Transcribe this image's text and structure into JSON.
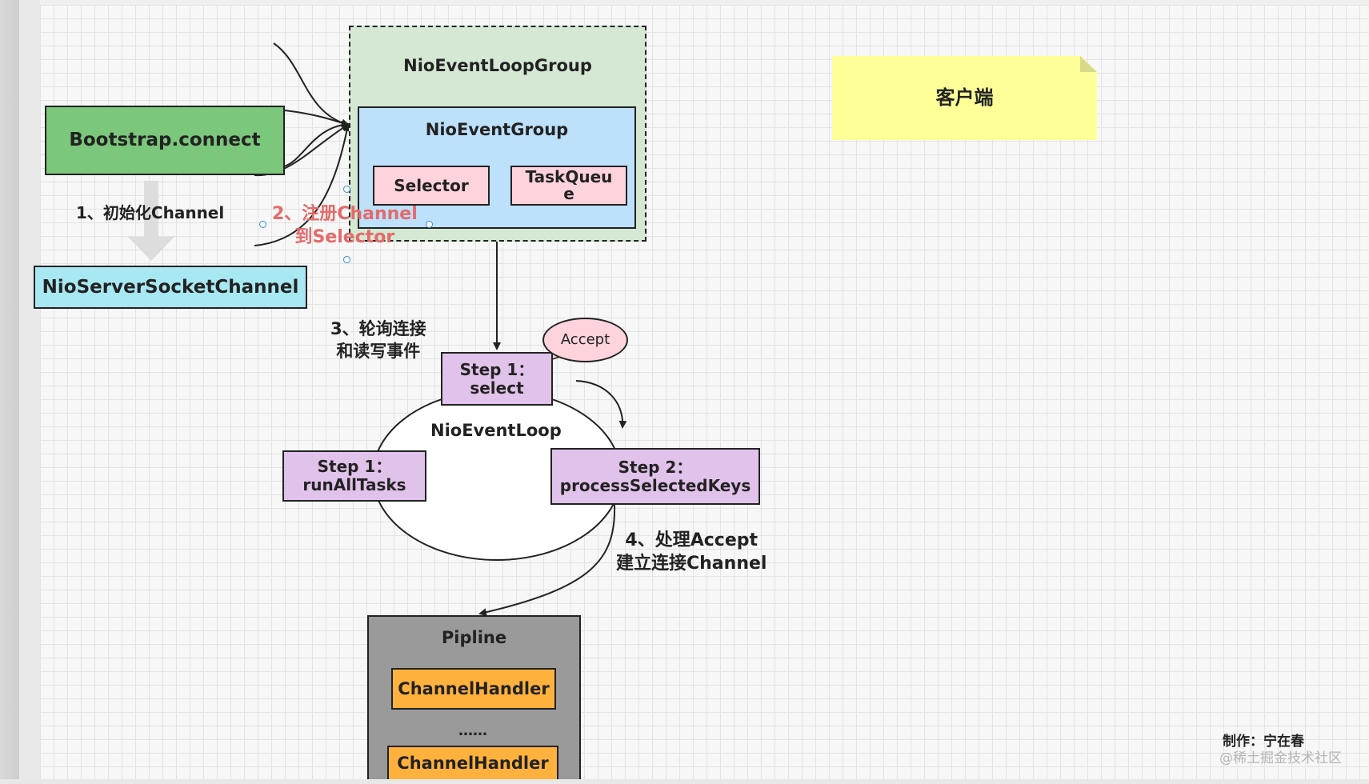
{
  "diagram": {
    "group": {
      "title": "NioEventLoopGroup"
    },
    "event_group": {
      "title": "NioEventGroup",
      "selector": "Selector",
      "task_queue": "TaskQueu\ne"
    },
    "bootstrap": "Bootstrap.connect",
    "server_channel": "NioServerSocketChannel",
    "step_init": "1、初始化Channel",
    "step_register": "2、注册Channel\n到Selector",
    "step_poll": "3、轮询连接\n和读写事件",
    "step_accept": "4、处理Accept\n建立连接Channel",
    "event_loop": {
      "title": "NioEventLoop",
      "select": "Step 1：\nselect",
      "run_all_tasks": "Step 1：\nrunAllTasks",
      "process_keys": "Step 2：\nprocessSelectedKeys",
      "accept_bubble": "Accept"
    },
    "pipeline": {
      "title": "Pipline",
      "handler_1": "ChannelHandler",
      "ellipsis": "……",
      "handler_2": "ChannelHandler"
    },
    "client_note": "客户端",
    "author": "制作：宁在春",
    "watermark": "@稀土掘金技术社区"
  },
  "colors": {
    "group_fill": "#d5e8d4",
    "event_group_fill": "#bde0fb",
    "pink": "#ffd3db",
    "bootstrap_green": "#7bc77b",
    "cyan": "#a8e8f3",
    "purple": "#e1c2ea",
    "orange": "#ffb13d",
    "note_yellow": "#ffff99",
    "register_red": "#e46a6a",
    "pipeline_gray": "#9a9a9a"
  }
}
